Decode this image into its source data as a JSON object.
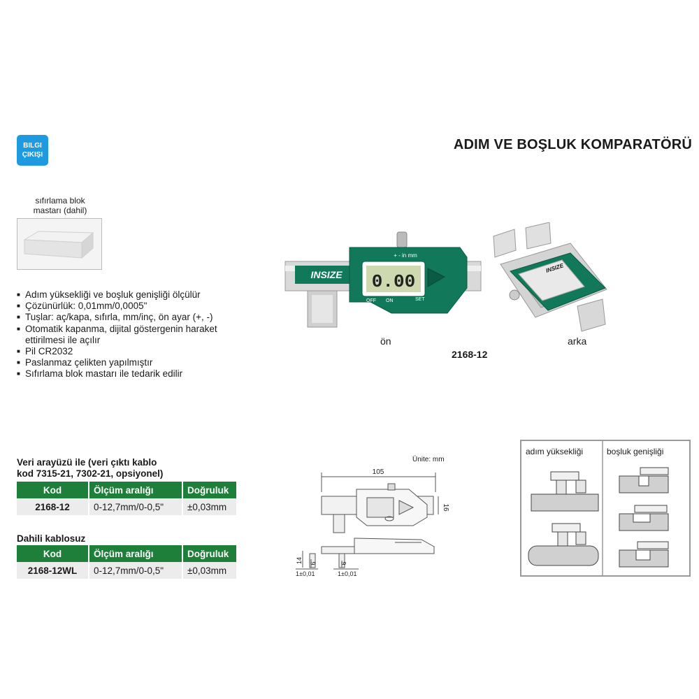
{
  "badge": {
    "line1": "BILGI",
    "line2": "ÇIKIŞI"
  },
  "title": "ADIM VE BOŞLUK KOMPARATÖRÜ",
  "block": {
    "caption_line1": "sıfırlama blok",
    "caption_line2": "mastarı (dahil)"
  },
  "features": [
    "Adım yüksekliği ve boşluk genişliği ölçülür",
    "Çözünürlük: 0,01mm/0,0005\"",
    "Tuşlar: aç/kapa, sıfırla, mm/inç, ön ayar (+, -)",
    "Otomatik kapanma, dijital göstergenin haraket ettirilmesi ile açılır",
    "Pil CR2032",
    "Paslanmaz çelikten yapılmıştır",
    "Sıfırlama blok mastarı ile tedarik edilir"
  ],
  "device": {
    "brand": "INSIZE",
    "display": "0.00",
    "btn_top": "+ - in mm",
    "btn_off": "OFF",
    "btn_on": "ON",
    "btn_set": "SET"
  },
  "captions": {
    "front": "ön",
    "back": "arka",
    "product_code": "2168-12"
  },
  "section1": {
    "heading_line1": "Veri arayüzü ile (veri çıktı kablo",
    "heading_line2": "kod 7315-21, 7302-21, opsiyonel)",
    "headers": [
      "Kod",
      "Ölçüm aralığı",
      "Doğruluk"
    ],
    "row": [
      "2168-12",
      "0-12,7mm/0-0,5\"",
      "±0,03mm"
    ]
  },
  "section2": {
    "heading": "Dahili  kablosuz",
    "headers": [
      "Kod",
      "Ölçüm aralığı",
      "Doğruluk"
    ],
    "row": [
      "2168-12WL",
      "0-12,7mm/0-0,5\"",
      "±0,03mm"
    ]
  },
  "drawing": {
    "unit": "Ünite: mm",
    "dim_length": "105",
    "dim_height": "16",
    "dim_14": "14",
    "dim_6a": "6",
    "dim_6b": "6",
    "tol_a": "1±0,01",
    "tol_b": "1±0,01"
  },
  "applications": {
    "left_label": "adım yüksekliği",
    "right_label": "boşluk genişliği"
  },
  "colors": {
    "green": "#1e7f3a",
    "badge_blue": "#1e9be0",
    "device_green": "#11795a"
  }
}
